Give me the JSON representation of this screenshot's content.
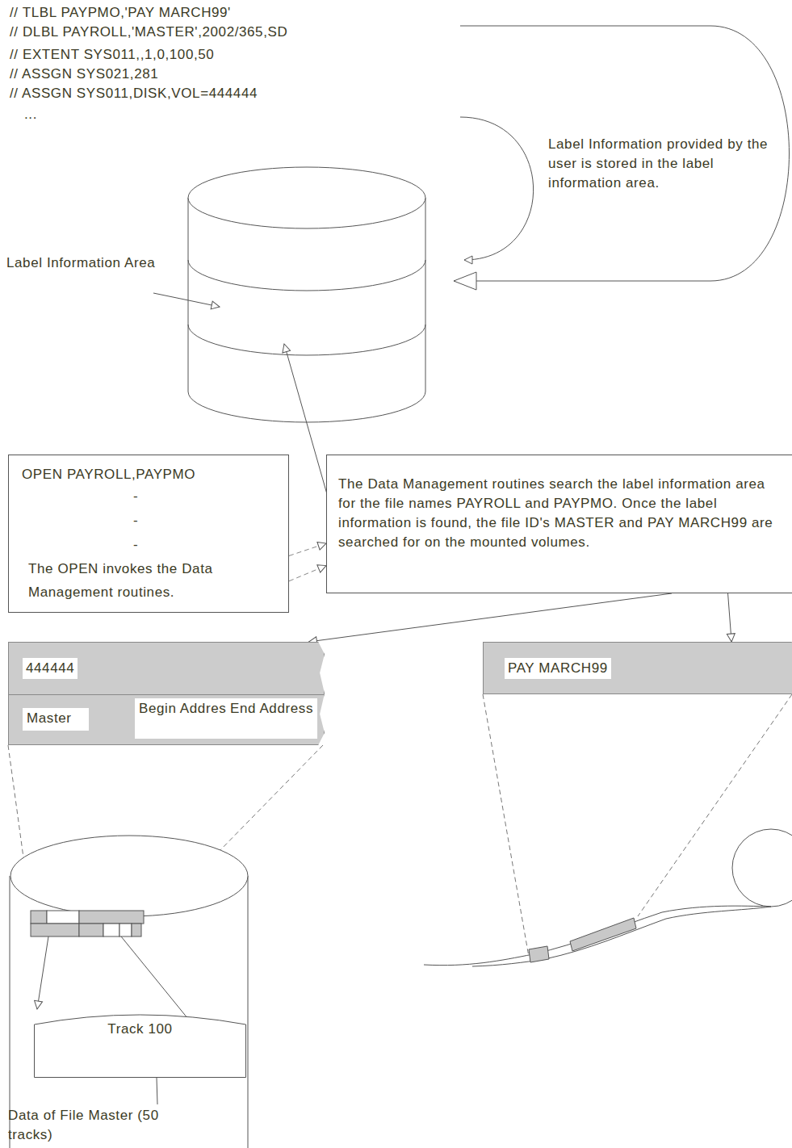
{
  "diagram": {
    "nodes": [
      {
        "text": [
          "OPEN PAYROLL,PAYPMO",
          "-",
          "-",
          "-",
          "The OPEN invokes the Data Management routines."
        ]
      },
      {
        "text": [
          "The Data Management routines search the label information area for the file names PAYROLL and PAYPMO. Once the label information is found, the file ID's MASTER and PAY MARCH99 are searched for on the mounted volumes."
        ]
      },
      {
        "text": [
          "444444"
        ]
      },
      {
        "text": [
          "Master"
        ],
        "in": 2
      },
      {
        "text": [
          "Begin Address"
        ],
        "in": 2
      },
      {
        "text": [
          "End Address"
        ],
        "in": 2
      },
      {
        "text": [
          "PAY MARCH99"
        ]
      },
      {
        "text": [
          "Track 100"
        ]
      }
    ],
    "edges": [
      {
        "from": 0,
        "to": 1,
        "arrow": "to"
      },
      {
        "from": 0,
        "to": 1,
        "arrow": "to"
      },
      {
        "from": 1,
        "to": 2,
        "arrow": "to"
      },
      {
        "from": 1,
        "to": 6,
        "arrow": "to"
      }
    ],
    "labels": [
      "// TLBL PAYPMO,'PAY MARCH99'",
      "// DLBL PAYROLL,'MASTER',2002/365,SD",
      "// EXTENT SYS011,,1,0,100,50",
      "// ASSGN SYS021,281",
      "// ASSGN SYS011,DISK,VOL=444444",
      "...",
      "Label Information provided by the user is stored in the label information area.",
      "Label Information Area",
      "Data of File Master (50 tracks)"
    ]
  }
}
